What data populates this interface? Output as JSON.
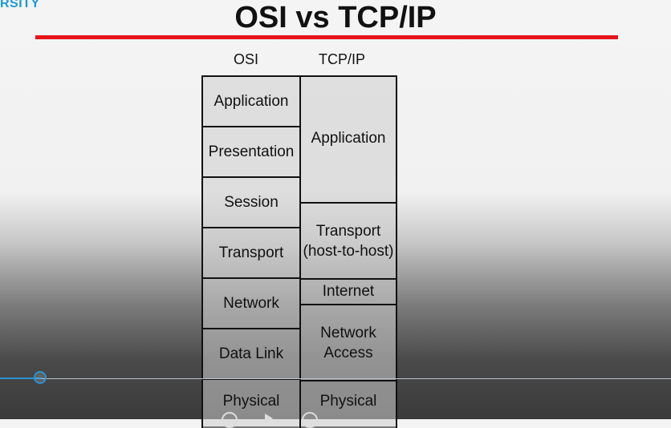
{
  "brand": {
    "text": "RSITY",
    "color": "#1a9ad6"
  },
  "slide": {
    "title": "OSI vs TCP/IP",
    "accent_color": "#e8141c",
    "osi": {
      "heading": "OSI",
      "layers": [
        "Application",
        "Presentation",
        "Session",
        "Transport",
        "Network",
        "Data Link",
        "Physical"
      ]
    },
    "tcpip": {
      "heading": "TCP/IP",
      "layers": [
        "Application",
        "Transport\n(host-to-host)",
        "Internet",
        "Network\nAccess",
        "Physical"
      ]
    }
  },
  "player": {
    "progress_color": "#2a93d5",
    "progress_fraction": 0.06
  }
}
